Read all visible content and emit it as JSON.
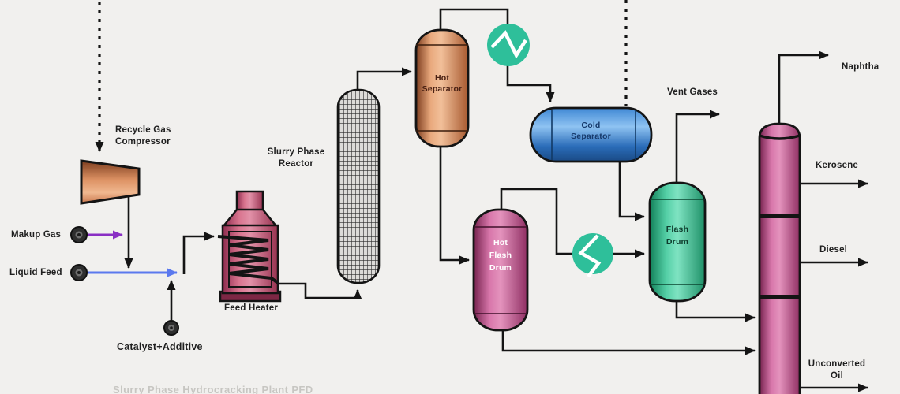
{
  "diagram_type": "process-flow-diagram",
  "caption": "Slurry Phase Hydrocracking Plant PFD",
  "equipment": {
    "recycle_gas_compressor": "Recycle Gas\nCompressor",
    "feed_heater": "Feed Heater",
    "slurry_phase_reactor": "Slurry Phase\nReactor",
    "hot_separator": "Hot\nSeparator",
    "cold_separator": "Cold\nSeparator",
    "hot_flash_drum": "Hot\nFlash\nDrum",
    "flash_drum": "Flash\nDrum",
    "heat_exchanger_icon": "heat-exchanger-icon"
  },
  "streams": {
    "makeup_gas": "Makup Gas",
    "liquid_feed": "Liquid Feed",
    "catalyst_additive": "Catalyst+Additive",
    "vent_gases": "Vent Gases",
    "naphtha": "Naphtha",
    "kerosene": "Kerosene",
    "diesel": "Diesel",
    "unconverted_oil": "Unconverted\nOil"
  },
  "colors": {
    "background": "#f1f0ee",
    "pipe": "#141414",
    "makeup_gas_arrow": "#8a2fc4",
    "liquid_feed_arrow": "#5b79ee",
    "exchanger": "#2ebf9a",
    "hot_vessel_orange": "#c87a50",
    "cold_vessel_blue": "#2e72c4",
    "magenta_vessel": "#c05a90",
    "teal_vessel": "#2aa87a",
    "heater_rose": "#b4496b"
  }
}
